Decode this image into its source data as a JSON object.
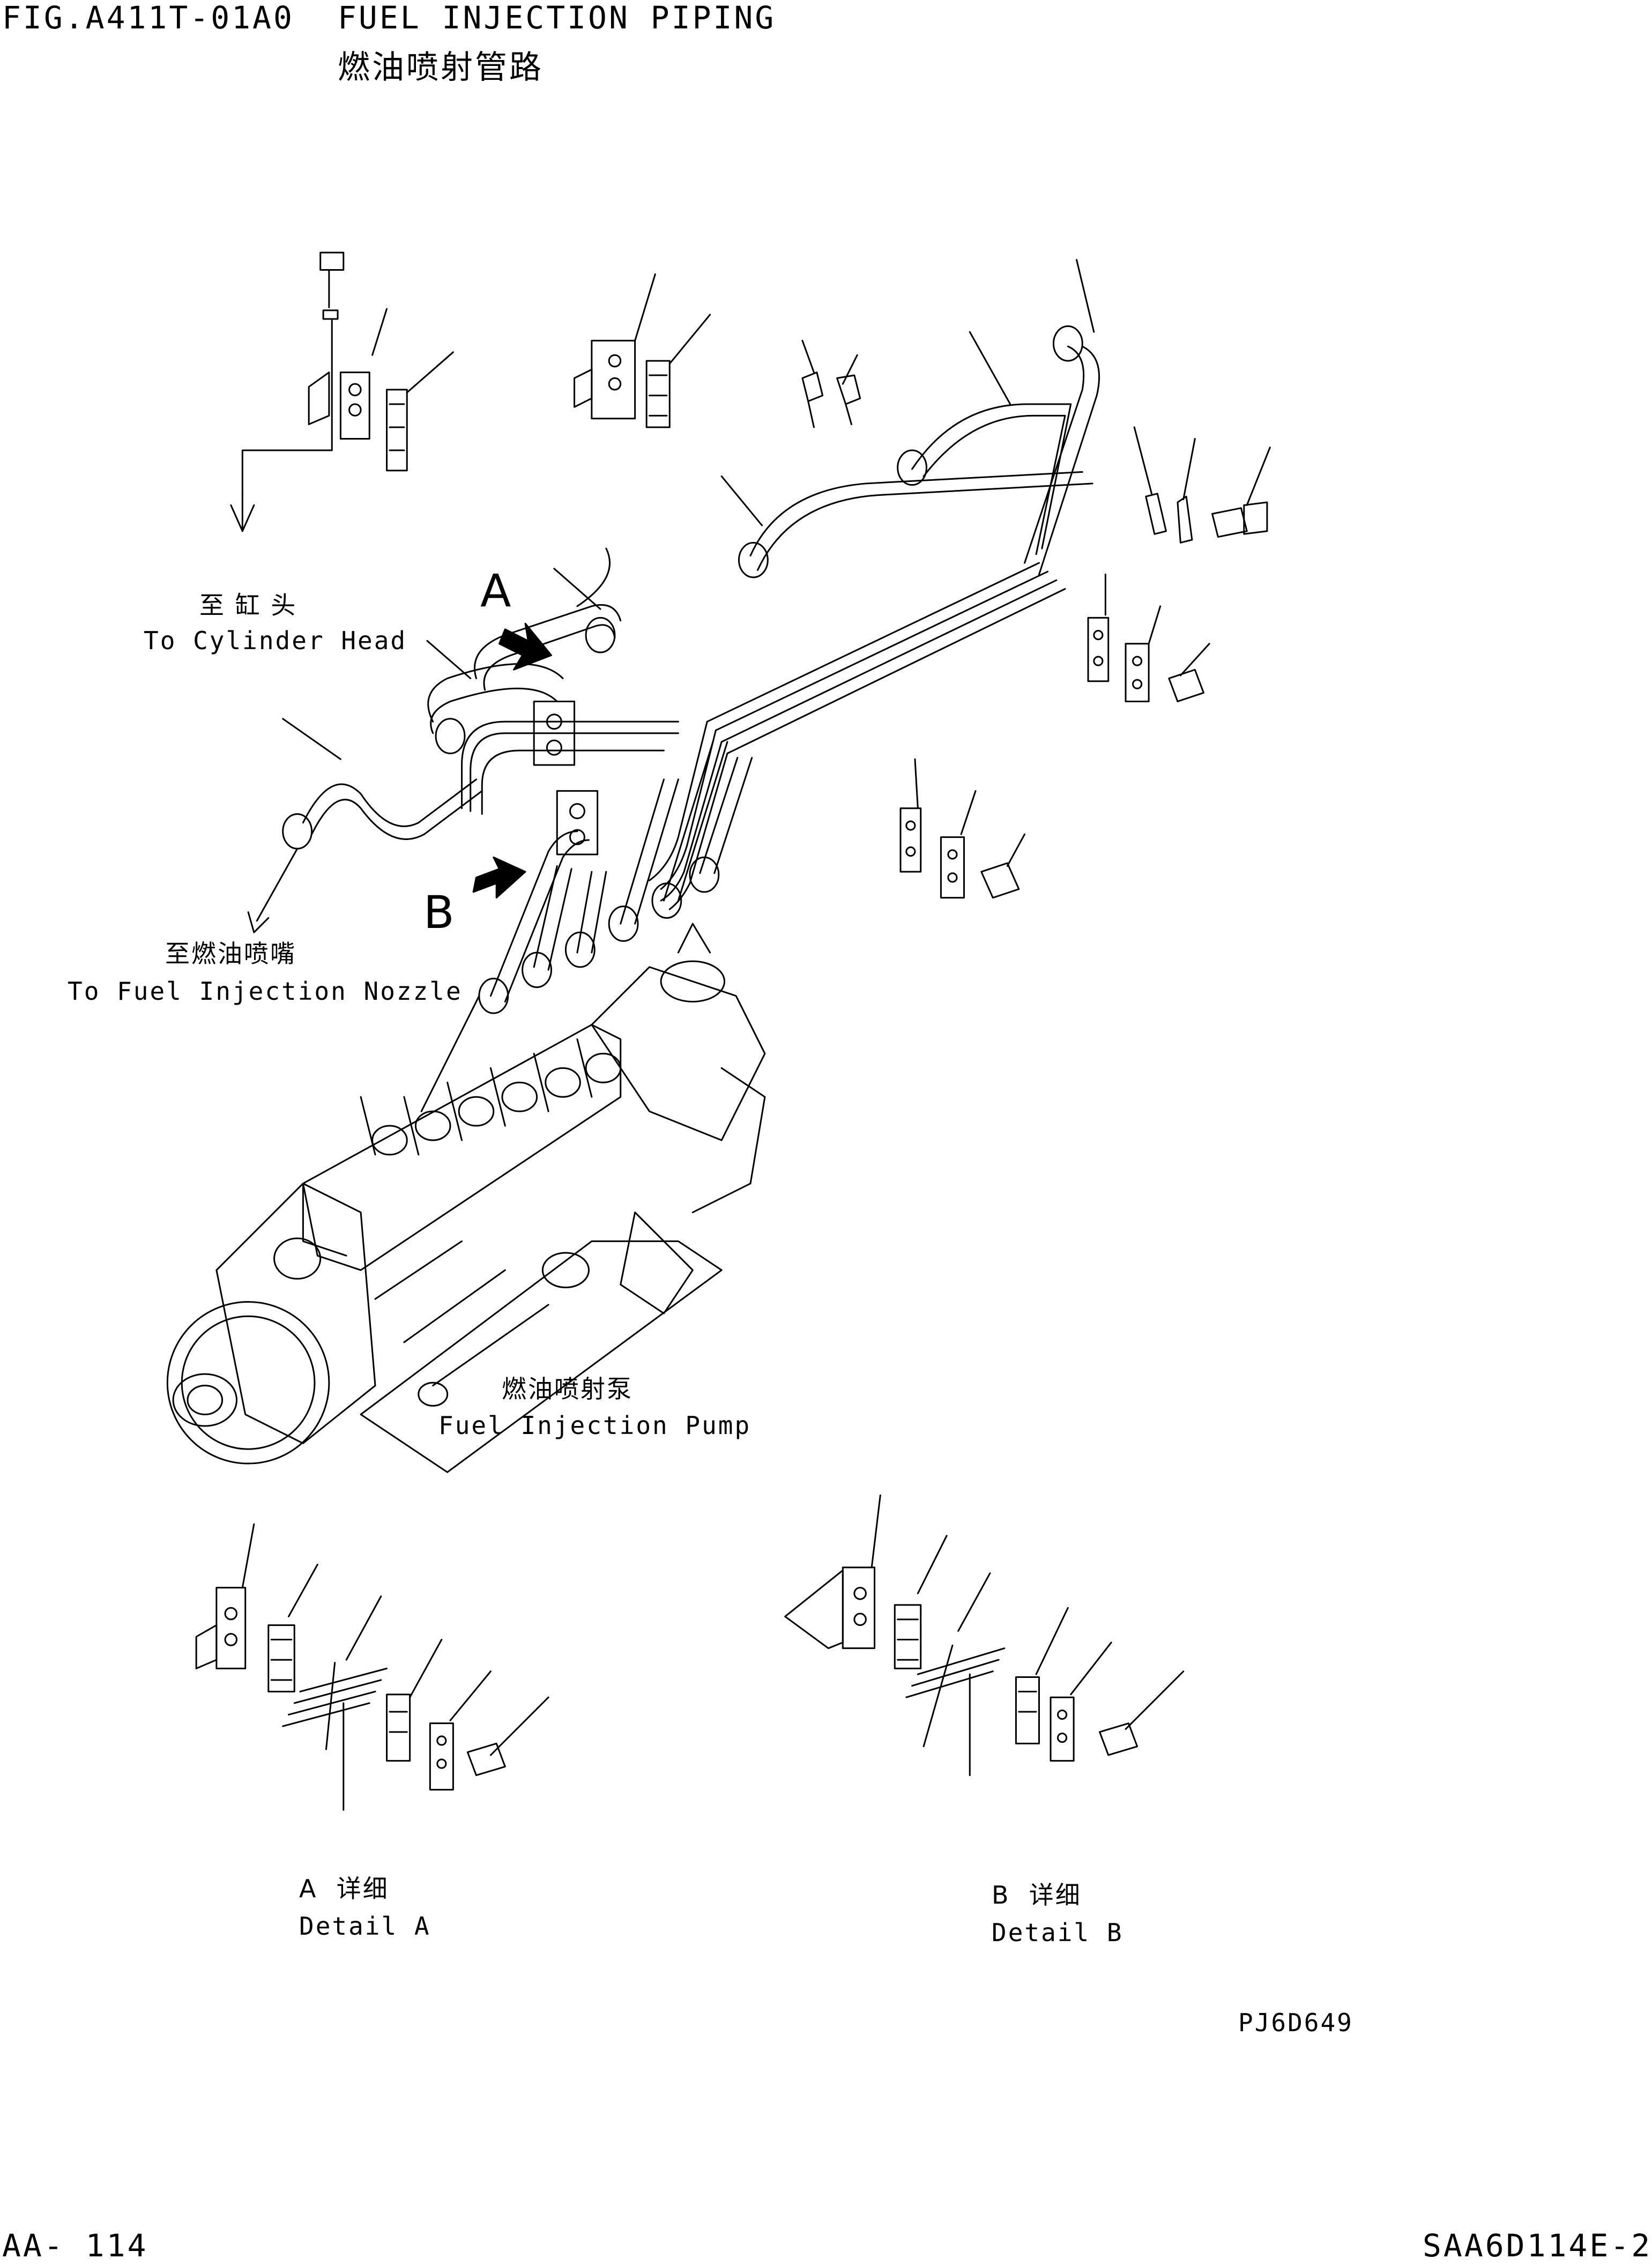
{
  "header": {
    "figure_code": "FIG.A411T-01A0",
    "title_en": "FUEL INJECTION PIPING",
    "title_cn": "燃油喷射管路"
  },
  "callouts": {
    "cylinder_head": {
      "cn": "至 缸 头",
      "en": "To Cylinder Head"
    },
    "fuel_nozzle": {
      "cn": "至燃油喷嘴",
      "en": "To Fuel Injection Nozzle"
    },
    "injection_pump": {
      "cn": "燃油喷射泵",
      "en": "Fuel Injection Pump"
    },
    "view_a": "A",
    "view_b": "B"
  },
  "details": {
    "a": {
      "cn": "A  详细",
      "en": "Detail A"
    },
    "b": {
      "cn": "B  详细",
      "en": "Detail B"
    }
  },
  "drawing_id": "PJ6D649",
  "footer": {
    "page": "AA- 114",
    "model": "SAA6D114E-2"
  }
}
